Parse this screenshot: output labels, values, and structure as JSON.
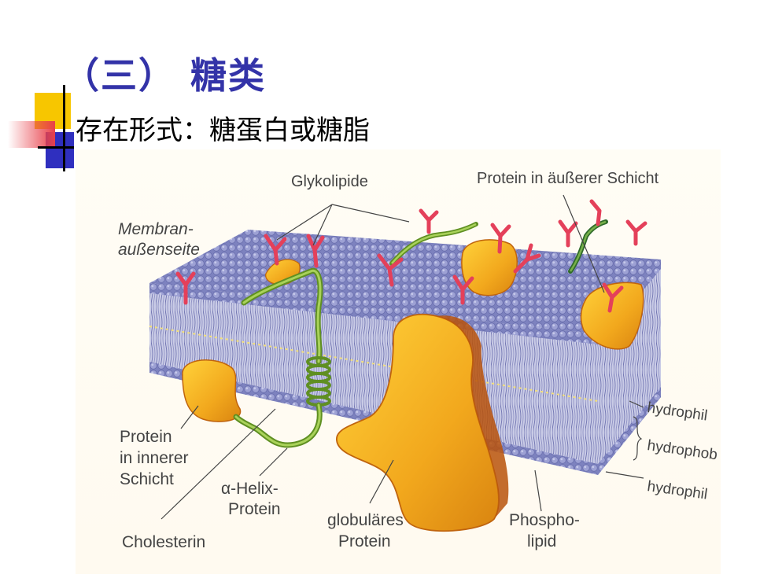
{
  "slide": {
    "title": "（三） 糖类",
    "subtitle": "存在形式：糖蛋白或糖脂"
  },
  "diagram": {
    "labels": {
      "glykolipide": "Glykolipide",
      "protein_outer": "Protein in äußerer Schicht",
      "membran_1": "Membran-",
      "membran_2": "außenseite",
      "protein_inner_1": "Protein",
      "protein_inner_2": "in innerer",
      "protein_inner_3": "Schicht",
      "alpha_1": "α-Helix-",
      "alpha_2": "Protein",
      "cholesterin": "Cholesterin",
      "globular_1": "globuläres",
      "globular_2": "Protein",
      "phospho_1": "Phospho-",
      "phospho_2": "lipid",
      "hydrophil_top": "hydrophil",
      "hydrophob": "hydrophob",
      "hydrophil_bottom": "hydrophil"
    }
  },
  "colors": {
    "title": "#3333a8",
    "deco_yellow": "#f7c600",
    "deco_blue": "#2f2fbf",
    "deco_red": "#e8404a",
    "lipid_head": "#8a8fc8",
    "lipid_tail": "#a9acd6",
    "protein": "#f2a81d",
    "protein_dark": "#c0640e",
    "glycan": "#e4405a",
    "helix": "#6b9e2a"
  }
}
